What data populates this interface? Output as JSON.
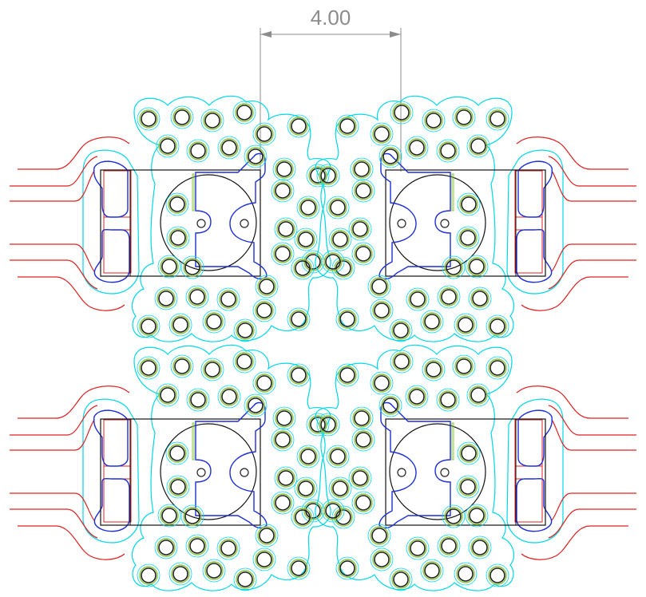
{
  "dimension": {
    "label": "4.00"
  },
  "colors": {
    "background": "#ffffff",
    "outline_cyan": "#00d8e8",
    "hole_green": "#8cc63f",
    "hole_black": "#222222",
    "blue_cutout": "#1d2fd6",
    "red_trace": "#e02020",
    "black_outline": "#111111",
    "dimension_gray": "#8c8c8c"
  },
  "layout": {
    "units": 4,
    "unit_names": [
      "top-left",
      "top-right",
      "bottom-left",
      "bottom-right"
    ]
  }
}
